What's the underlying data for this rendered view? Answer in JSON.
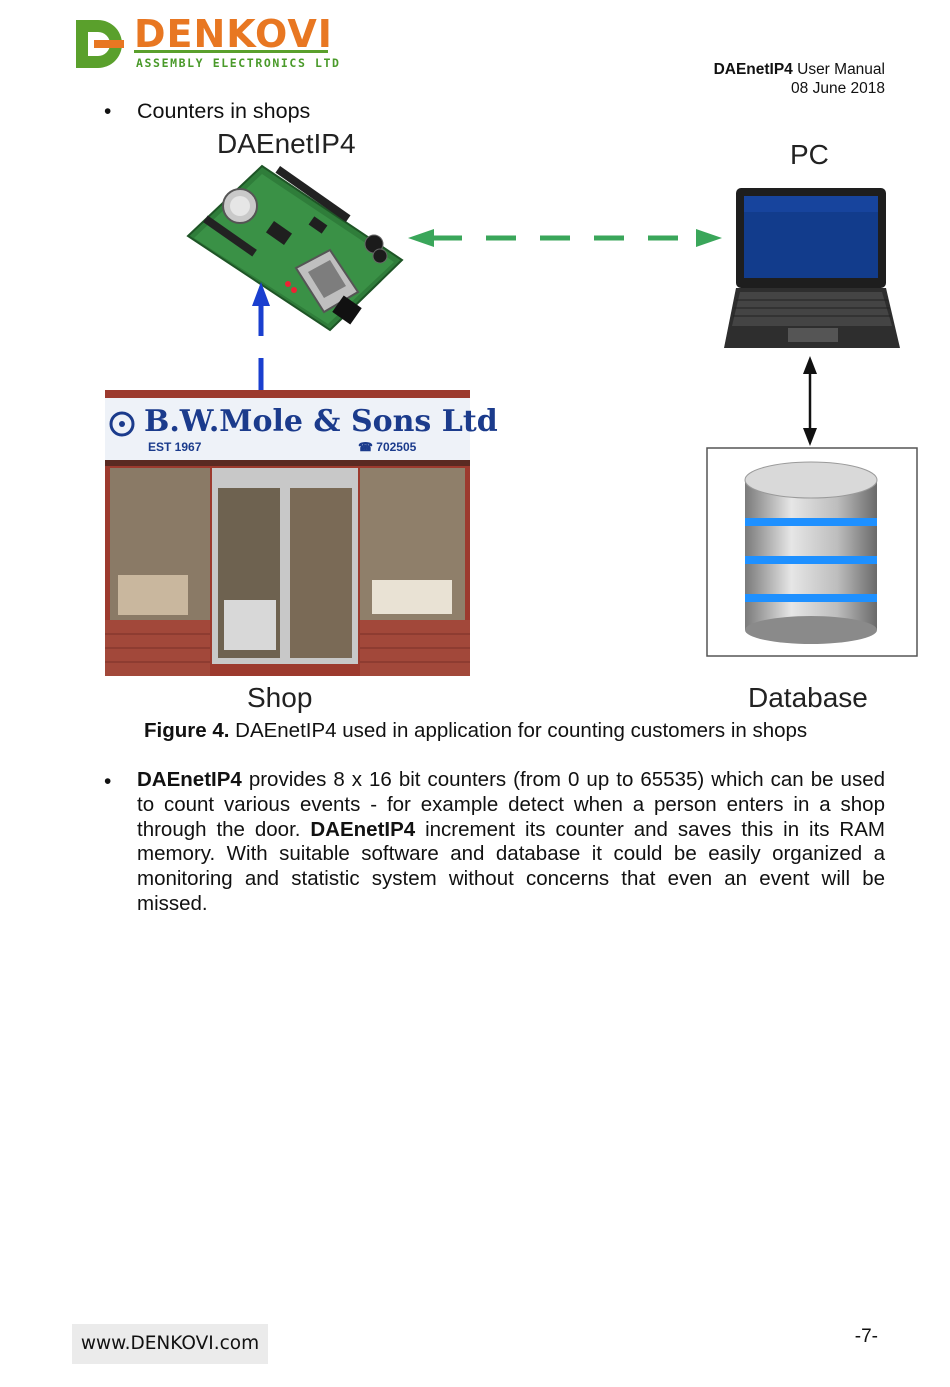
{
  "header": {
    "logo_text": "DENKOVI",
    "logo_subtitle": "ASSEMBLY ELECTRONICS LTD",
    "doc_title_bold": "DAEnetIP4",
    "doc_title_rest": " User Manual",
    "date": "08 June 2018"
  },
  "bullet1": "Counters in shops",
  "diagram": {
    "label_device": "DAEnetIP4",
    "label_pc": "PC",
    "label_shop": "Shop",
    "label_database": "Database",
    "shop_sign_name": "B.W.Mole & Sons Ltd",
    "shop_sign_est": "EST 1967",
    "shop_sign_phone": "☎ 702505"
  },
  "caption": {
    "bold": "Figure 4.",
    "text": " DAEnetIP4 used in application for counting customers in shops"
  },
  "paragraph": {
    "part1_bold": "DAEnetIP4",
    "part2": " provides 8 x 16 bit counters (from 0 up to 65535) which can be used to count various events - for example detect when a person enters in a shop through the door. ",
    "part3_bold": "DAEnetIP4",
    "part4": " increment its counter and saves this in its RAM memory. With suitable software and database it could be easily organized a monitoring and statistic system without concerns that even an event will be missed."
  },
  "footer": {
    "website": "www.DENKOVI.com",
    "page_number": "-7-"
  },
  "colors": {
    "logo_orange": "#e87722",
    "logo_green": "#5aa02c",
    "arrow_green": "#3aa65a",
    "arrow_blue": "#1a3fcf",
    "db_blue": "#1e90ff"
  }
}
